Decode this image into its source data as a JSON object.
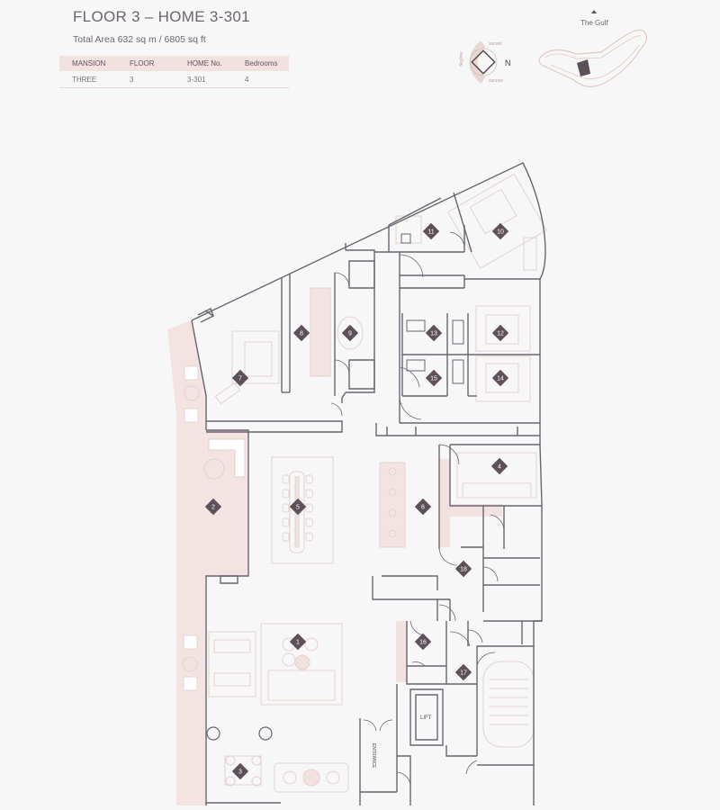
{
  "header": {
    "title": "FLOOR 3 – HOME 3-301",
    "subtitle": "Total Area 632 sq m / 6805 sq ft"
  },
  "info_table": {
    "columns": [
      "MANSION",
      "FLOOR",
      "HOME No.",
      "Bedrooms"
    ],
    "row": [
      "THREE",
      "3",
      "3-301",
      "4"
    ]
  },
  "compass": {
    "north_label": "N",
    "sunset_label": "sunset",
    "sunrise_label": "sunrise",
    "west_label": "Skyline"
  },
  "keyplan": {
    "label": "The Gulf"
  },
  "plan_labels": {
    "lift": "LIFT",
    "entrance": "ENTRANCE"
  },
  "room_markers": [
    "1",
    "2",
    "3",
    "4",
    "5",
    "6",
    "7",
    "8",
    "9",
    "10",
    "11",
    "12",
    "13",
    "14",
    "15",
    "16",
    "17",
    "18"
  ],
  "colors": {
    "wall": "#6a6470",
    "accent_fill": "#f1e2df",
    "marker": "#5d5058",
    "marker_text": "#ffffff",
    "background": "#f7f7f8"
  }
}
